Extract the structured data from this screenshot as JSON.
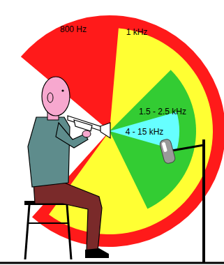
{
  "diagram": {
    "labels": [
      "800 Hz",
      "1 kHz",
      "1.5 - 2.5 kHz",
      "4 - 15 kHz"
    ]
  }
}
